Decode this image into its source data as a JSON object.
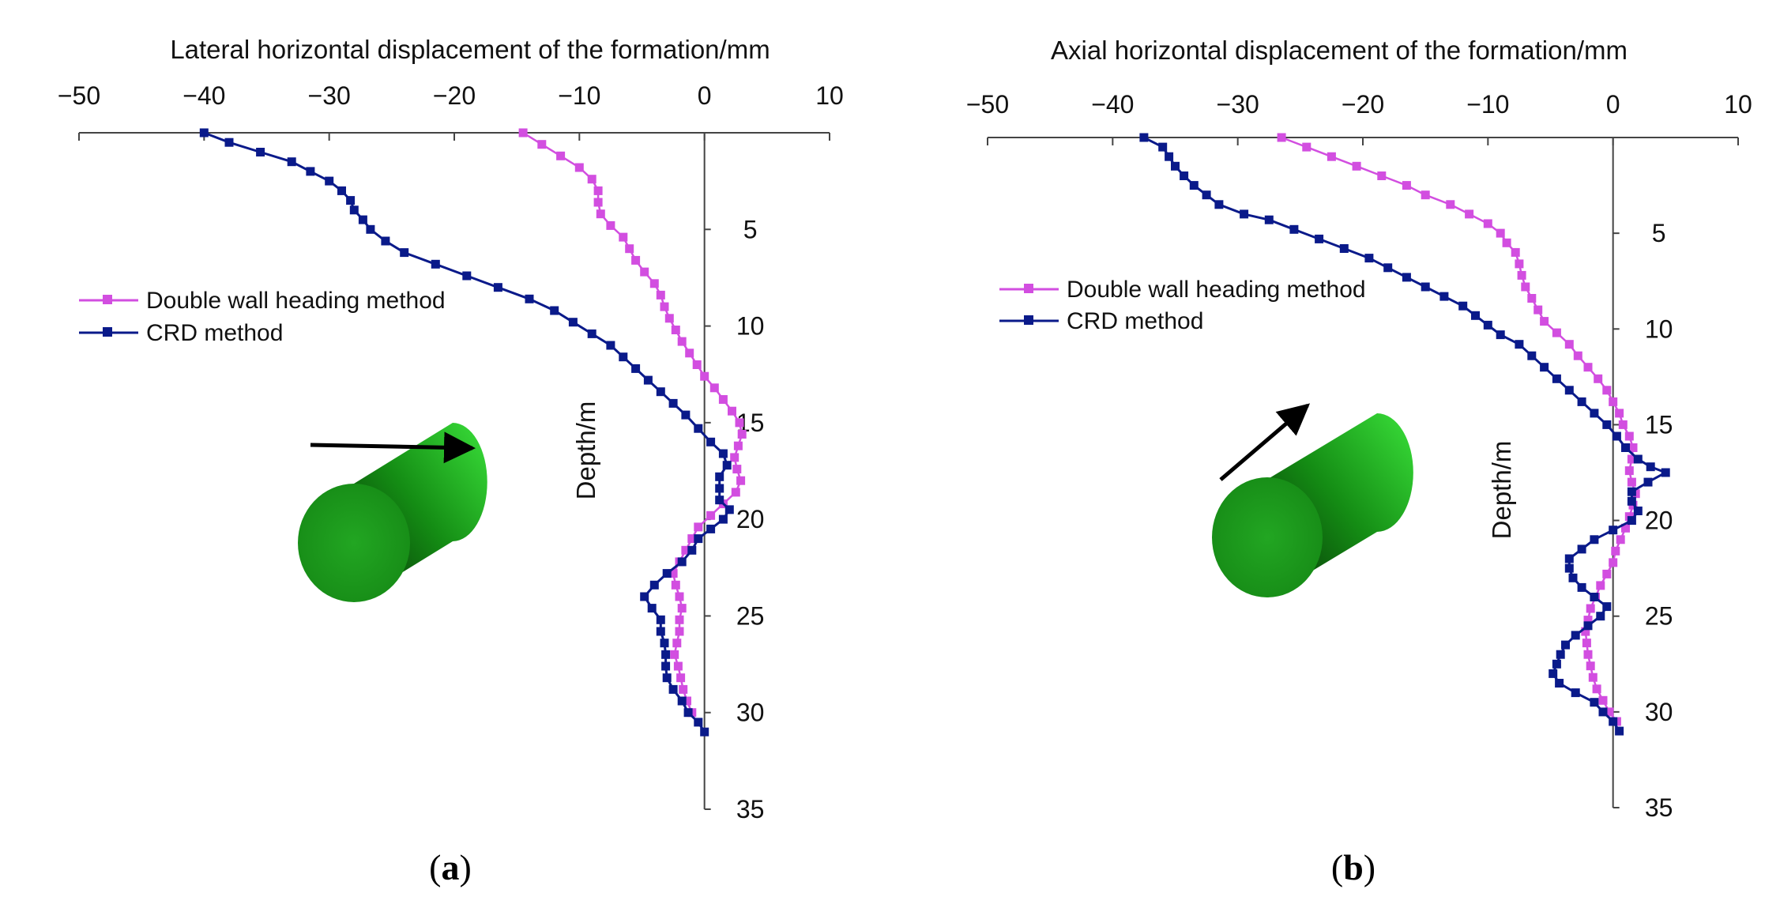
{
  "figure": {
    "captions": [
      {
        "open": "(",
        "letter": "a",
        "close": ")"
      },
      {
        "open": "(",
        "letter": "b",
        "close": ")"
      }
    ],
    "colors": {
      "double_wall": "#d24ee0",
      "crd": "#0a1a8a",
      "cylinder_light": "#2ed22e",
      "cylinder_dark": "#0c6a0c"
    },
    "icons": [
      "tunnel-cylinder-icon",
      "direction-arrow-icon"
    ]
  },
  "chart_data": [
    {
      "type": "line",
      "title": "Lateral horizontal displacement of the formation/mm",
      "xlabel": "Lateral horizontal displacement of the formation/mm",
      "ylabel": "Depth/m",
      "xlim": [
        -50,
        10
      ],
      "ylim": [
        0,
        35
      ],
      "y_inverted": true,
      "x_axis_position": "top",
      "y_axis_at_x": 0,
      "xticks": [
        "-50",
        "-40",
        "-30",
        "-20",
        "-10",
        "0",
        "10"
      ],
      "yticks": [
        "5",
        "10",
        "15",
        "20",
        "25",
        "30",
        "35"
      ],
      "legend": {
        "position": "left",
        "entries": [
          "Double wall heading method",
          "CRD method"
        ]
      },
      "series": [
        {
          "name": "Double wall heading method",
          "color": "#d24ee0",
          "points": [
            [
              -14.5,
              0
            ],
            [
              -13,
              0.6
            ],
            [
              -11.5,
              1.2
            ],
            [
              -10,
              1.8
            ],
            [
              -9,
              2.4
            ],
            [
              -8.5,
              3
            ],
            [
              -8.5,
              3.6
            ],
            [
              -8.3,
              4.2
            ],
            [
              -7.5,
              4.8
            ],
            [
              -6.5,
              5.4
            ],
            [
              -6,
              6
            ],
            [
              -5.5,
              6.6
            ],
            [
              -4.8,
              7.2
            ],
            [
              -4,
              7.8
            ],
            [
              -3.5,
              8.4
            ],
            [
              -3.2,
              9
            ],
            [
              -2.8,
              9.6
            ],
            [
              -2.3,
              10.2
            ],
            [
              -1.8,
              10.8
            ],
            [
              -1.2,
              11.4
            ],
            [
              -0.6,
              12
            ],
            [
              0,
              12.6
            ],
            [
              0.8,
              13.2
            ],
            [
              1.5,
              13.8
            ],
            [
              2.2,
              14.4
            ],
            [
              2.8,
              15
            ],
            [
              3,
              15.6
            ],
            [
              2.7,
              16.2
            ],
            [
              2.4,
              16.8
            ],
            [
              2.6,
              17.4
            ],
            [
              2.9,
              18
            ],
            [
              2.5,
              18.6
            ],
            [
              1.5,
              19.2
            ],
            [
              0.5,
              19.8
            ],
            [
              -0.5,
              20.4
            ],
            [
              -1,
              21
            ],
            [
              -1.5,
              21.6
            ],
            [
              -2,
              22.2
            ],
            [
              -2.5,
              22.8
            ],
            [
              -2.3,
              23.4
            ],
            [
              -2,
              24
            ],
            [
              -1.8,
              24.6
            ],
            [
              -2,
              25.2
            ],
            [
              -2,
              25.8
            ],
            [
              -2.2,
              26.4
            ],
            [
              -2.4,
              27
            ],
            [
              -2.1,
              27.6
            ],
            [
              -1.9,
              28.2
            ],
            [
              -1.7,
              28.8
            ],
            [
              -1.4,
              29.4
            ],
            [
              -1,
              30
            ]
          ]
        },
        {
          "name": "CRD method",
          "color": "#0a1a8a",
          "points": [
            [
              -40,
              0
            ],
            [
              -38,
              0.5
            ],
            [
              -35.5,
              1
            ],
            [
              -33,
              1.5
            ],
            [
              -31.5,
              2
            ],
            [
              -30,
              2.5
            ],
            [
              -29,
              3
            ],
            [
              -28.3,
              3.5
            ],
            [
              -28,
              4
            ],
            [
              -27.3,
              4.5
            ],
            [
              -26.7,
              5
            ],
            [
              -25.5,
              5.6
            ],
            [
              -24,
              6.2
            ],
            [
              -21.5,
              6.8
            ],
            [
              -19,
              7.4
            ],
            [
              -16.5,
              8
            ],
            [
              -14,
              8.6
            ],
            [
              -12,
              9.2
            ],
            [
              -10.5,
              9.8
            ],
            [
              -9,
              10.4
            ],
            [
              -7.5,
              11
            ],
            [
              -6.5,
              11.6
            ],
            [
              -5.5,
              12.2
            ],
            [
              -4.5,
              12.8
            ],
            [
              -3.5,
              13.4
            ],
            [
              -2.5,
              14
            ],
            [
              -1.5,
              14.6
            ],
            [
              -0.5,
              15.3
            ],
            [
              0.5,
              16
            ],
            [
              1.5,
              16.6
            ],
            [
              1.8,
              17.2
            ],
            [
              1.2,
              17.8
            ],
            [
              1.2,
              18.4
            ],
            [
              1.2,
              19
            ],
            [
              2,
              19.5
            ],
            [
              1.5,
              20
            ],
            [
              0.5,
              20.5
            ],
            [
              -0.5,
              21
            ],
            [
              -1,
              21.6
            ],
            [
              -1.8,
              22.2
            ],
            [
              -3,
              22.8
            ],
            [
              -4,
              23.4
            ],
            [
              -4.8,
              24
            ],
            [
              -4.2,
              24.6
            ],
            [
              -3.5,
              25.2
            ],
            [
              -3.5,
              25.8
            ],
            [
              -3.2,
              26.4
            ],
            [
              -3.1,
              27
            ],
            [
              -3.1,
              27.6
            ],
            [
              -3,
              28.2
            ],
            [
              -2.5,
              28.8
            ],
            [
              -1.8,
              29.4
            ],
            [
              -1.3,
              30
            ],
            [
              -0.5,
              30.5
            ],
            [
              0,
              31
            ]
          ]
        }
      ]
    },
    {
      "type": "line",
      "title": "Axial horizontal displacement of the formation/mm",
      "xlabel": "Axial horizontal displacement of the formation/mm",
      "ylabel": "Depth/m",
      "xlim": [
        -50,
        10
      ],
      "ylim": [
        0,
        35
      ],
      "y_inverted": true,
      "x_axis_position": "top",
      "y_axis_at_x": 0,
      "xticks": [
        "-50",
        "-40",
        "-30",
        "-20",
        "-10",
        "0",
        "10"
      ],
      "yticks": [
        "5",
        "10",
        "15",
        "20",
        "25",
        "30",
        "35"
      ],
      "legend": {
        "position": "left",
        "entries": [
          "Double wall heading method",
          "CRD method"
        ]
      },
      "series": [
        {
          "name": "Double wall heading method",
          "color": "#d24ee0",
          "points": [
            [
              -26.5,
              0
            ],
            [
              -24.5,
              0.5
            ],
            [
              -22.5,
              1
            ],
            [
              -20.5,
              1.5
            ],
            [
              -18.5,
              2
            ],
            [
              -16.5,
              2.5
            ],
            [
              -15,
              3
            ],
            [
              -13,
              3.5
            ],
            [
              -11.5,
              4
            ],
            [
              -10,
              4.5
            ],
            [
              -9,
              5
            ],
            [
              -8.5,
              5.5
            ],
            [
              -7.8,
              6
            ],
            [
              -7.5,
              6.6
            ],
            [
              -7.3,
              7.2
            ],
            [
              -7,
              7.8
            ],
            [
              -6.5,
              8.4
            ],
            [
              -6,
              9
            ],
            [
              -5.5,
              9.6
            ],
            [
              -4.5,
              10.2
            ],
            [
              -3.5,
              10.8
            ],
            [
              -2.8,
              11.4
            ],
            [
              -2,
              12
            ],
            [
              -1.2,
              12.6
            ],
            [
              -0.5,
              13.2
            ],
            [
              0,
              13.8
            ],
            [
              0.5,
              14.4
            ],
            [
              0.8,
              15
            ],
            [
              1.3,
              15.6
            ],
            [
              1.6,
              16.2
            ],
            [
              1.5,
              16.8
            ],
            [
              1.3,
              17.4
            ],
            [
              1.5,
              18
            ],
            [
              1.8,
              18.6
            ],
            [
              1.6,
              19.2
            ],
            [
              1.3,
              19.8
            ],
            [
              1,
              20.4
            ],
            [
              0.6,
              21
            ],
            [
              0.2,
              21.6
            ],
            [
              0,
              22.2
            ],
            [
              -0.5,
              22.8
            ],
            [
              -1,
              23.4
            ],
            [
              -1.4,
              24
            ],
            [
              -1.8,
              24.6
            ],
            [
              -2,
              25.2
            ],
            [
              -2.2,
              25.8
            ],
            [
              -2.1,
              26.4
            ],
            [
              -2,
              27
            ],
            [
              -1.8,
              27.6
            ],
            [
              -1.6,
              28.2
            ],
            [
              -1.3,
              28.8
            ],
            [
              -0.8,
              29.4
            ],
            [
              -0.3,
              30
            ],
            [
              0.3,
              30.5
            ]
          ]
        },
        {
          "name": "CRD method",
          "color": "#0a1a8a",
          "points": [
            [
              -37.5,
              0
            ],
            [
              -36,
              0.5
            ],
            [
              -35.5,
              1
            ],
            [
              -35,
              1.5
            ],
            [
              -34.3,
              2
            ],
            [
              -33.5,
              2.5
            ],
            [
              -32.5,
              3
            ],
            [
              -31.5,
              3.5
            ],
            [
              -29.5,
              4
            ],
            [
              -27.5,
              4.3
            ],
            [
              -25.5,
              4.8
            ],
            [
              -23.5,
              5.3
            ],
            [
              -21.5,
              5.8
            ],
            [
              -19.5,
              6.3
            ],
            [
              -18,
              6.8
            ],
            [
              -16.5,
              7.3
            ],
            [
              -15,
              7.8
            ],
            [
              -13.5,
              8.3
            ],
            [
              -12,
              8.8
            ],
            [
              -11,
              9.3
            ],
            [
              -10,
              9.8
            ],
            [
              -9,
              10.3
            ],
            [
              -7.5,
              10.8
            ],
            [
              -6.5,
              11.4
            ],
            [
              -5.5,
              12
            ],
            [
              -4.5,
              12.6
            ],
            [
              -3.5,
              13.2
            ],
            [
              -2.5,
              13.8
            ],
            [
              -1.5,
              14.4
            ],
            [
              -0.5,
              15
            ],
            [
              0.3,
              15.6
            ],
            [
              1,
              16.2
            ],
            [
              2,
              16.8
            ],
            [
              3,
              17.2
            ],
            [
              4.2,
              17.5
            ],
            [
              2.8,
              18
            ],
            [
              1.5,
              18.5
            ],
            [
              1.5,
              19
            ],
            [
              2,
              19.5
            ],
            [
              1.5,
              20
            ],
            [
              0,
              20.5
            ],
            [
              -1.5,
              21
            ],
            [
              -2.5,
              21.5
            ],
            [
              -3.5,
              22
            ],
            [
              -3.5,
              22.5
            ],
            [
              -3.2,
              23
            ],
            [
              -2.5,
              23.5
            ],
            [
              -1.5,
              24
            ],
            [
              -0.5,
              24.5
            ],
            [
              -1,
              25
            ],
            [
              -2,
              25.5
            ],
            [
              -3,
              26
            ],
            [
              -3.8,
              26.5
            ],
            [
              -4.2,
              27
            ],
            [
              -4.5,
              27.5
            ],
            [
              -4.8,
              28
            ],
            [
              -4.3,
              28.5
            ],
            [
              -3,
              29
            ],
            [
              -1.5,
              29.5
            ],
            [
              -0.8,
              30
            ],
            [
              0,
              30.5
            ],
            [
              0.5,
              31
            ]
          ]
        }
      ]
    }
  ]
}
